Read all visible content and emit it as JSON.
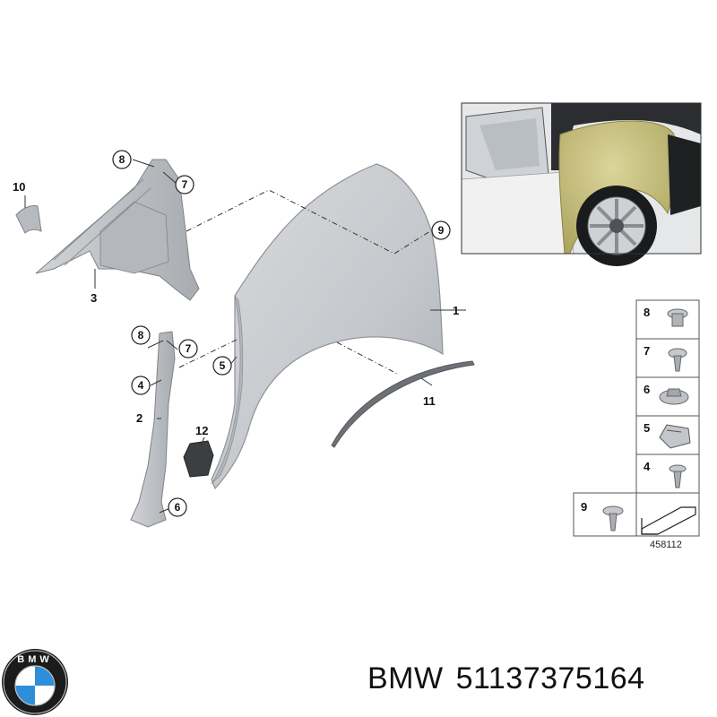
{
  "callouts": {
    "c1": "1",
    "c2": "2",
    "c3": "3",
    "c4": "4",
    "c5": "5",
    "c6": "6",
    "c7a": "7",
    "c7b": "7",
    "c8a": "8",
    "c8b": "8",
    "c9": "9",
    "c10": "10",
    "c11": "11",
    "c12": "12"
  },
  "legend": {
    "rows": [
      "8",
      "7",
      "6",
      "5",
      "4"
    ],
    "bottom_left": "9"
  },
  "reference_number": "458112",
  "logo": {
    "text": "BMW"
  },
  "caption": {
    "brand": "BMW",
    "part_number": "51137375164"
  },
  "colors": {
    "panel_gray": "#c9ccd0",
    "part_gray": "#bfc2c6",
    "highlight_yellow": "#c9c27a",
    "logo_blue": "#2f8ed8"
  }
}
